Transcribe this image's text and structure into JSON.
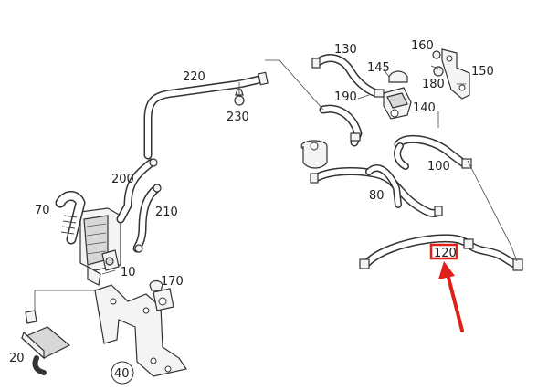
{
  "diagram": {
    "part_numbers": [
      {
        "id": "p10",
        "text": "10"
      },
      {
        "id": "p20",
        "text": "20"
      },
      {
        "id": "p40",
        "text": "40"
      },
      {
        "id": "p70",
        "text": "70"
      },
      {
        "id": "p80",
        "text": "80"
      },
      {
        "id": "p100",
        "text": "100"
      },
      {
        "id": "p120",
        "text": "120"
      },
      {
        "id": "p130",
        "text": "130"
      },
      {
        "id": "p140",
        "text": "140"
      },
      {
        "id": "p145",
        "text": "145"
      },
      {
        "id": "p150",
        "text": "150"
      },
      {
        "id": "p160",
        "text": "160"
      },
      {
        "id": "p170",
        "text": "170"
      },
      {
        "id": "p180",
        "text": "180"
      },
      {
        "id": "p190",
        "text": "190"
      },
      {
        "id": "p200",
        "text": "200"
      },
      {
        "id": "p210",
        "text": "210"
      },
      {
        "id": "p220",
        "text": "220"
      },
      {
        "id": "p230",
        "text": "230"
      }
    ],
    "highlight": {
      "part": "120",
      "color": "#e0201b"
    },
    "colors": {
      "line": "#333333",
      "highlight": "#e0201b",
      "background": "#ffffff"
    }
  }
}
